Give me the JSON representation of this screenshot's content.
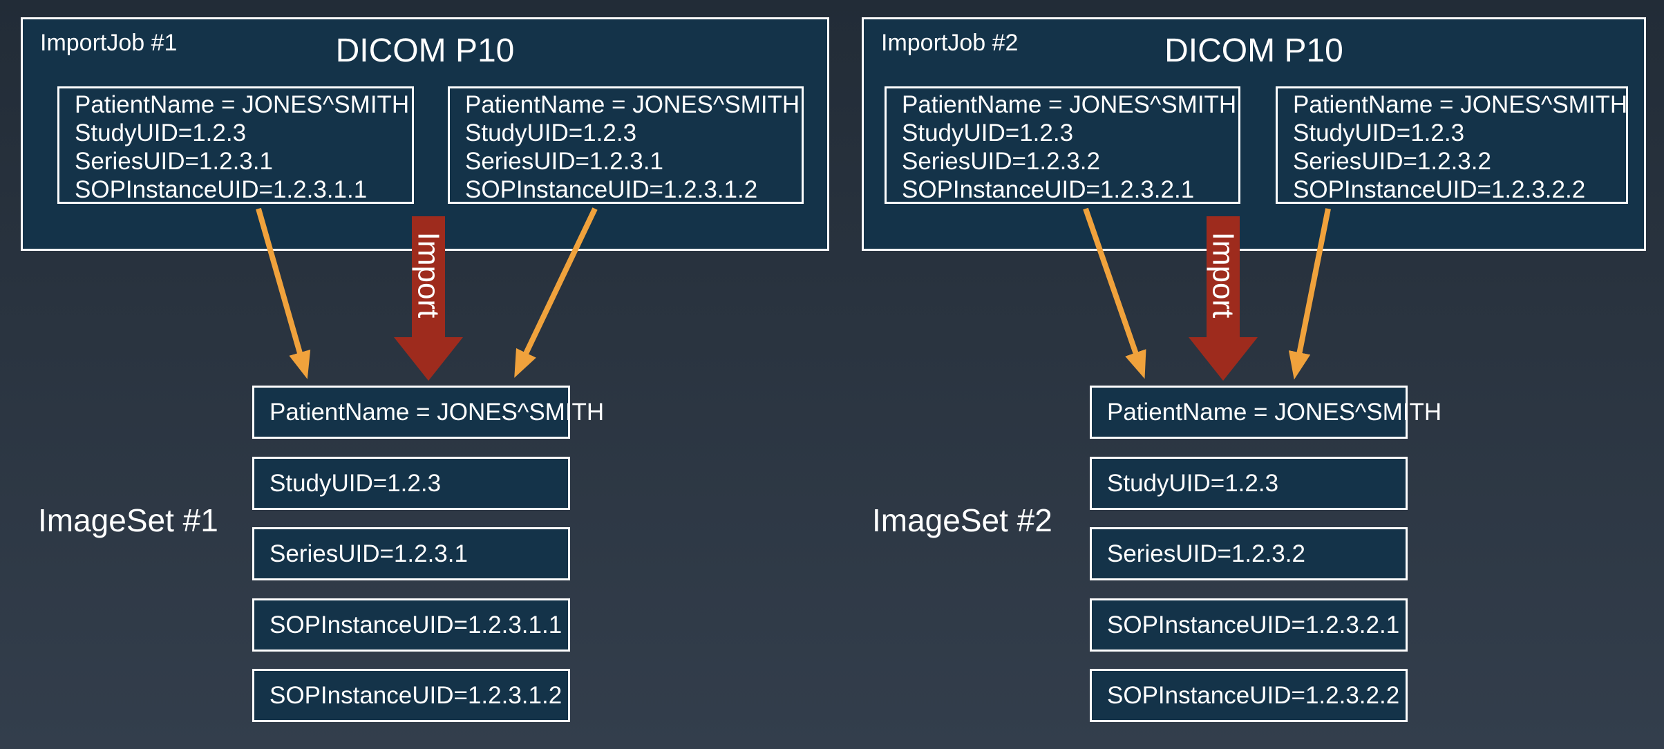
{
  "colors": {
    "background_top": "#222c37",
    "background_bottom": "#333e4c",
    "box_fill": "#143349",
    "box_border": "#ffffff",
    "text": "#ffffff",
    "mapping_arrow_orange": "#f0a23c",
    "import_arrow_red": "#9e2b1d"
  },
  "panels": [
    {
      "import_job": {
        "label": "ImportJob #1",
        "title": "DICOM P10",
        "instances": [
          {
            "lines": [
              "PatientName = JONES^SMITH",
              "StudyUID=1.2.3",
              "SeriesUID=1.2.3.1",
              "SOPInstanceUID=1.2.3.1.1"
            ]
          },
          {
            "lines": [
              "PatientName = JONES^SMITH",
              "StudyUID=1.2.3",
              "SeriesUID=1.2.3.1",
              "SOPInstanceUID=1.2.3.1.2"
            ]
          }
        ]
      },
      "import_arrow_label": "Import",
      "image_set": {
        "label": "ImageSet #1",
        "boxes": [
          "PatientName = JONES^SMITH",
          "StudyUID=1.2.3",
          "SeriesUID=1.2.3.1",
          "SOPInstanceUID=1.2.3.1.1",
          "SOPInstanceUID=1.2.3.1.2"
        ]
      }
    },
    {
      "import_job": {
        "label": "ImportJob #2",
        "title": "DICOM P10",
        "instances": [
          {
            "lines": [
              "PatientName = JONES^SMITH",
              "StudyUID=1.2.3",
              "SeriesUID=1.2.3.2",
              "SOPInstanceUID=1.2.3.2.1"
            ]
          },
          {
            "lines": [
              "PatientName = JONES^SMITH",
              "StudyUID=1.2.3",
              "SeriesUID=1.2.3.2",
              "SOPInstanceUID=1.2.3.2.2"
            ]
          }
        ]
      },
      "import_arrow_label": "Import",
      "image_set": {
        "label": "ImageSet #2",
        "boxes": [
          "PatientName = JONES^SMITH",
          "StudyUID=1.2.3",
          "SeriesUID=1.2.3.2",
          "SOPInstanceUID=1.2.3.2.1",
          "SOPInstanceUID=1.2.3.2.2"
        ]
      }
    }
  ]
}
